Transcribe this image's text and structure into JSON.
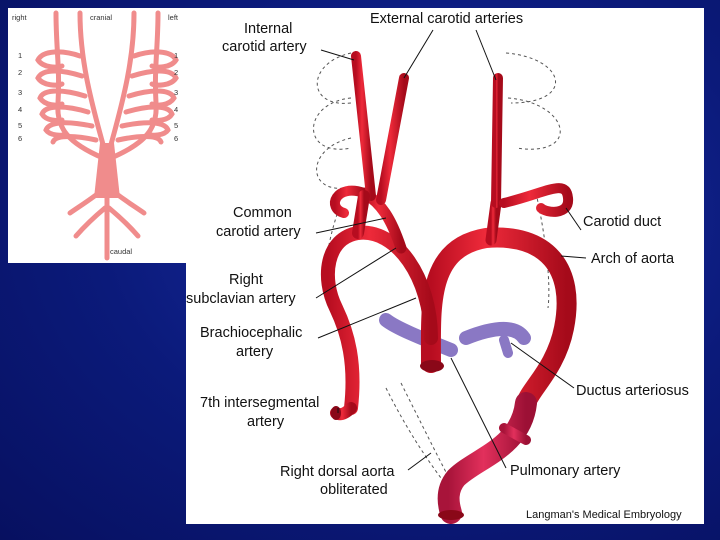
{
  "arch_diagram": {
    "side_right": "right",
    "top_cranial": "cranial",
    "side_left": "left",
    "bottom_caudal": "caudal",
    "left_numbers": [
      "1",
      "2",
      "3",
      "4",
      "5",
      "6"
    ],
    "right_numbers": [
      "1",
      "2",
      "3",
      "4",
      "5",
      "6"
    ]
  },
  "labels": {
    "internal_carotid_1": "Internal",
    "internal_carotid_2": "carotid artery",
    "external_carotid": "External carotid arteries",
    "common_carotid_1": "Common",
    "common_carotid_2": "carotid artery",
    "carotid_duct": "Carotid duct",
    "arch_of_aorta": "Arch of aorta",
    "right_subclavian_1": "Right",
    "right_subclavian_2": "subclavian artery",
    "brachiocephalic_1": "Brachiocephalic",
    "brachiocephalic_2": "artery",
    "ductus_arteriosus": "Ductus arteriosus",
    "intersegmental_1": "7th intersegmental",
    "intersegmental_2": "artery",
    "pulmonary_artery": "Pulmonary artery",
    "dorsal_aorta_1": "Right dorsal aorta",
    "dorsal_aorta_2": "obliterated"
  },
  "credit": "Langman's Medical Embryology",
  "colors": {
    "artery_red": "#e3182d",
    "pulmonary_crimson": "#d41c4e",
    "purple": "#8a78c4",
    "embryo_pink": "#f08c8c"
  }
}
